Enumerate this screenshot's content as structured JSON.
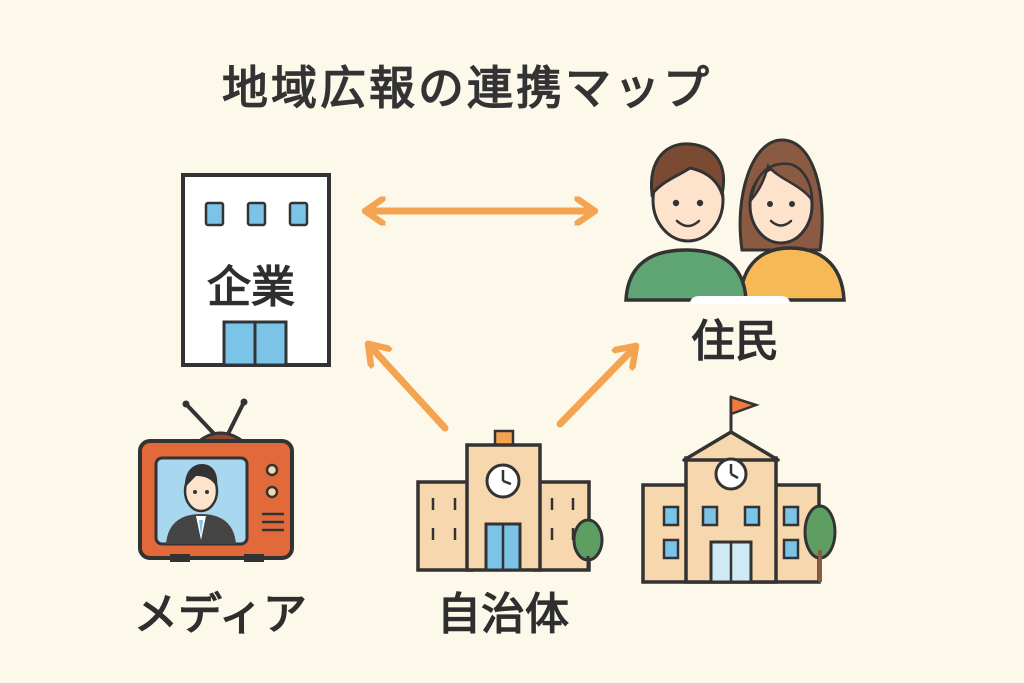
{
  "title": "地域広報の連携マップ",
  "nodes": {
    "company": {
      "label": "企業"
    },
    "residents": {
      "label": "住民"
    },
    "media": {
      "label": "メディア"
    },
    "government": {
      "label": "自治体"
    }
  },
  "colors": {
    "background": "#fcf8ea",
    "arrow": "#f4a450",
    "outline": "#333333",
    "window": "#7cc3e8",
    "tv_body": "#e26a3a",
    "building": "#f7d7ad",
    "tree": "#5f9e63",
    "resident_shirt_green": "#5fa574",
    "resident_shirt_orange": "#f6b955"
  },
  "edges": [
    {
      "from": "company",
      "to": "residents",
      "direction": "both"
    },
    {
      "from": "government",
      "to": "company",
      "direction": "forward"
    },
    {
      "from": "government",
      "to": "residents",
      "direction": "forward"
    }
  ]
}
